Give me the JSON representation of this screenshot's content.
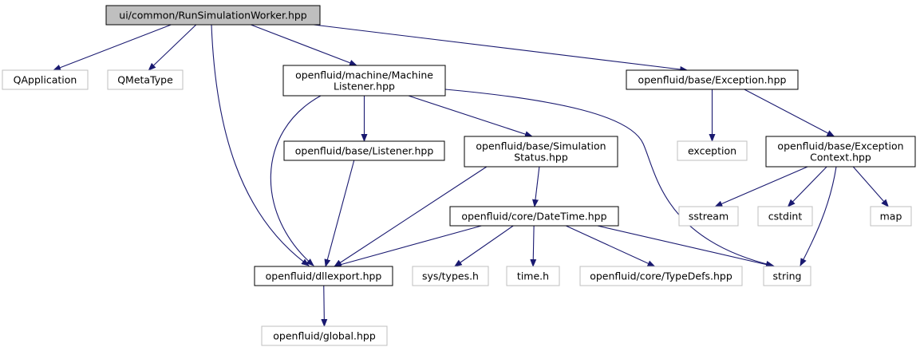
{
  "colors": {
    "edge": "#191970",
    "root_fill": "#bfbfbf",
    "border_internal": "#000000",
    "border_external": "#bfbfbf",
    "text": "#000000",
    "background": "#ffffff"
  },
  "nodes": [
    {
      "id": "root",
      "kind": "root",
      "lines": [
        "ui/common/RunSimulationWorker.hpp"
      ]
    },
    {
      "id": "qapplication",
      "kind": "external",
      "lines": [
        "QApplication"
      ]
    },
    {
      "id": "qmetatype",
      "kind": "external",
      "lines": [
        "QMetaType"
      ]
    },
    {
      "id": "machinelistener",
      "kind": "internal",
      "lines": [
        "openfluid/machine/Machine",
        "Listener.hpp"
      ]
    },
    {
      "id": "exception_hpp",
      "kind": "internal",
      "lines": [
        "openfluid/base/Exception.hpp"
      ]
    },
    {
      "id": "listener",
      "kind": "internal",
      "lines": [
        "openfluid/base/Listener.hpp"
      ]
    },
    {
      "id": "simulationstatus",
      "kind": "internal",
      "lines": [
        "openfluid/base/Simulation",
        "Status.hpp"
      ]
    },
    {
      "id": "exception_std",
      "kind": "external",
      "lines": [
        "exception"
      ]
    },
    {
      "id": "exceptioncontext",
      "kind": "internal",
      "lines": [
        "openfluid/base/Exception",
        "Context.hpp"
      ]
    },
    {
      "id": "datetime",
      "kind": "internal",
      "lines": [
        "openfluid/core/DateTime.hpp"
      ]
    },
    {
      "id": "sstream",
      "kind": "external",
      "lines": [
        "sstream"
      ]
    },
    {
      "id": "cstdint",
      "kind": "external",
      "lines": [
        "cstdint"
      ]
    },
    {
      "id": "map",
      "kind": "external",
      "lines": [
        "map"
      ]
    },
    {
      "id": "dllexport",
      "kind": "internal",
      "lines": [
        "openfluid/dllexport.hpp"
      ]
    },
    {
      "id": "systypes",
      "kind": "external",
      "lines": [
        "sys/types.h"
      ]
    },
    {
      "id": "timeh",
      "kind": "external",
      "lines": [
        "time.h"
      ]
    },
    {
      "id": "typedefs",
      "kind": "external",
      "lines": [
        "openfluid/core/TypeDefs.hpp"
      ]
    },
    {
      "id": "string",
      "kind": "external",
      "lines": [
        "string"
      ]
    },
    {
      "id": "global",
      "kind": "external",
      "lines": [
        "openfluid/global.hpp"
      ]
    }
  ],
  "edges": [
    {
      "from": "root",
      "to": "qapplication"
    },
    {
      "from": "root",
      "to": "qmetatype"
    },
    {
      "from": "root",
      "to": "machinelistener"
    },
    {
      "from": "root",
      "to": "exception_hpp"
    },
    {
      "from": "root",
      "to": "dllexport"
    },
    {
      "from": "machinelistener",
      "to": "dllexport"
    },
    {
      "from": "machinelistener",
      "to": "listener"
    },
    {
      "from": "machinelistener",
      "to": "simulationstatus"
    },
    {
      "from": "machinelistener",
      "to": "string"
    },
    {
      "from": "exception_hpp",
      "to": "exception_std"
    },
    {
      "from": "exception_hpp",
      "to": "exceptioncontext"
    },
    {
      "from": "listener",
      "to": "dllexport"
    },
    {
      "from": "simulationstatus",
      "to": "dllexport"
    },
    {
      "from": "simulationstatus",
      "to": "datetime"
    },
    {
      "from": "exceptioncontext",
      "to": "sstream"
    },
    {
      "from": "exceptioncontext",
      "to": "cstdint"
    },
    {
      "from": "exceptioncontext",
      "to": "map"
    },
    {
      "from": "exceptioncontext",
      "to": "string"
    },
    {
      "from": "datetime",
      "to": "dllexport"
    },
    {
      "from": "datetime",
      "to": "systypes"
    },
    {
      "from": "datetime",
      "to": "timeh"
    },
    {
      "from": "datetime",
      "to": "typedefs"
    },
    {
      "from": "datetime",
      "to": "string"
    },
    {
      "from": "dllexport",
      "to": "global"
    }
  ]
}
